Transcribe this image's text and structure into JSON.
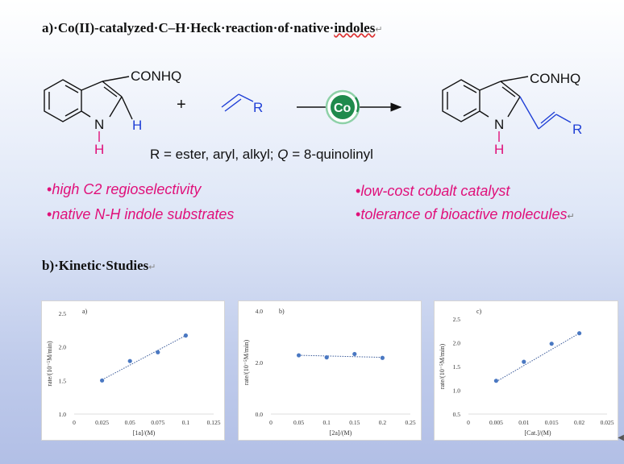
{
  "section_a": {
    "prefix": "a)·",
    "title_main": "Co(II)-catalyzed·C–H·Heck·reaction·of·native·",
    "title_underlined": "indoles",
    "mark": "↵"
  },
  "scheme": {
    "substituent_top": "CONHQ",
    "nh_n": "N",
    "nh_h": "H",
    "c2_h": "H",
    "plus": "+",
    "alkene_r": "R",
    "catalyst": "Co",
    "product_substituent": "CONHQ",
    "product_r": "R",
    "product_n": "N",
    "product_h": "H",
    "conditions_prefix": "R = ester, aryl, alkyl; ",
    "conditions_q": "Q",
    "conditions_suffix": " = 8-quinolinyl"
  },
  "bullets": {
    "dot": "•",
    "b1": "high C2 regioselectivity",
    "b2": "native N-H indole substrates",
    "b3": "low-cost cobalt catalyst",
    "b4": "tolerance of bioactive molecules",
    "b4_mark": "↵"
  },
  "section_b": {
    "title": "b)·Kinetic·Studies",
    "mark": "↵"
  },
  "colors": {
    "accent_pink": "#e0107a",
    "bond_blue": "#1f3fd6",
    "cobalt_green": "#1f8a4c",
    "point_blue": "#4a78c2"
  },
  "chart_data": [
    {
      "type": "scatter",
      "panel_label": "a)",
      "xlabel": "[1a]/(M)",
      "ylabel": "rate/(10⁻⁵M/min)",
      "xlim": [
        0,
        0.125
      ],
      "ylim": [
        1.0,
        2.5
      ],
      "xticks": [
        "0",
        "0.025",
        "0.05",
        "0.075",
        "0.1",
        "0.125"
      ],
      "yticks": [
        "1.0",
        "1.5",
        "2.0",
        "2.5"
      ],
      "x": [
        0.025,
        0.05,
        0.075,
        0.1
      ],
      "y": [
        1.5,
        1.79,
        1.92,
        2.17
      ],
      "trendline": [
        [
          0.025,
          1.51
        ],
        [
          0.1,
          2.17
        ]
      ]
    },
    {
      "type": "scatter",
      "panel_label": "b)",
      "xlabel": "[2a]/(M)",
      "ylabel": "rate/(10⁻⁵M/min)",
      "xlim": [
        0,
        0.25
      ],
      "ylim": [
        0.0,
        4.0
      ],
      "xticks": [
        "0",
        "0.05",
        "0.1",
        "0.15",
        "0.2",
        "0.25"
      ],
      "yticks": [
        "0.0",
        "2.0",
        "4.0"
      ],
      "x": [
        0.05,
        0.1,
        0.15,
        0.2
      ],
      "y": [
        2.28,
        2.2,
        2.33,
        2.18
      ],
      "trendline": [
        [
          0.05,
          2.28
        ],
        [
          0.2,
          2.2
        ]
      ]
    },
    {
      "type": "scatter",
      "panel_label": "c)",
      "xlabel": "[Cat.]/(M)",
      "ylabel": "rate/(10⁻⁵M/min)",
      "xlim": [
        0,
        0.025
      ],
      "ylim": [
        0.5,
        2.5
      ],
      "xticks": [
        "0",
        "0.005",
        "0.01",
        "0.015",
        "0.02",
        "0.025"
      ],
      "yticks": [
        "0.5",
        "1.0",
        "1.5",
        "2.0",
        "2.5"
      ],
      "x": [
        0.005,
        0.01,
        0.015,
        0.02
      ],
      "y": [
        1.2,
        1.6,
        1.98,
        2.2
      ],
      "trendline": [
        [
          0.005,
          1.18
        ],
        [
          0.02,
          2.2
        ]
      ]
    }
  ]
}
